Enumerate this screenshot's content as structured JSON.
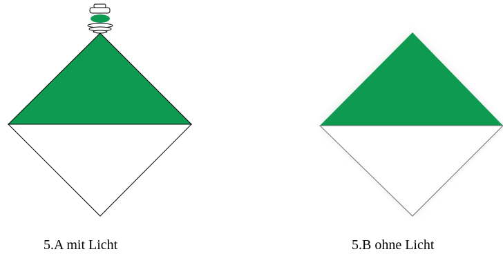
{
  "colors": {
    "sign_green": "#0f9a52",
    "outline": "#000000",
    "sign_white": "#ffffff",
    "glow": "#dfe6df"
  },
  "signs": [
    {
      "id": "5A",
      "caption": "5.A mit Licht",
      "has_light": true,
      "top_half": "green",
      "bottom_half": "white"
    },
    {
      "id": "5B",
      "caption": "5.B ohne Licht",
      "has_light": false,
      "top_half": "green",
      "bottom_half": "white"
    }
  ]
}
